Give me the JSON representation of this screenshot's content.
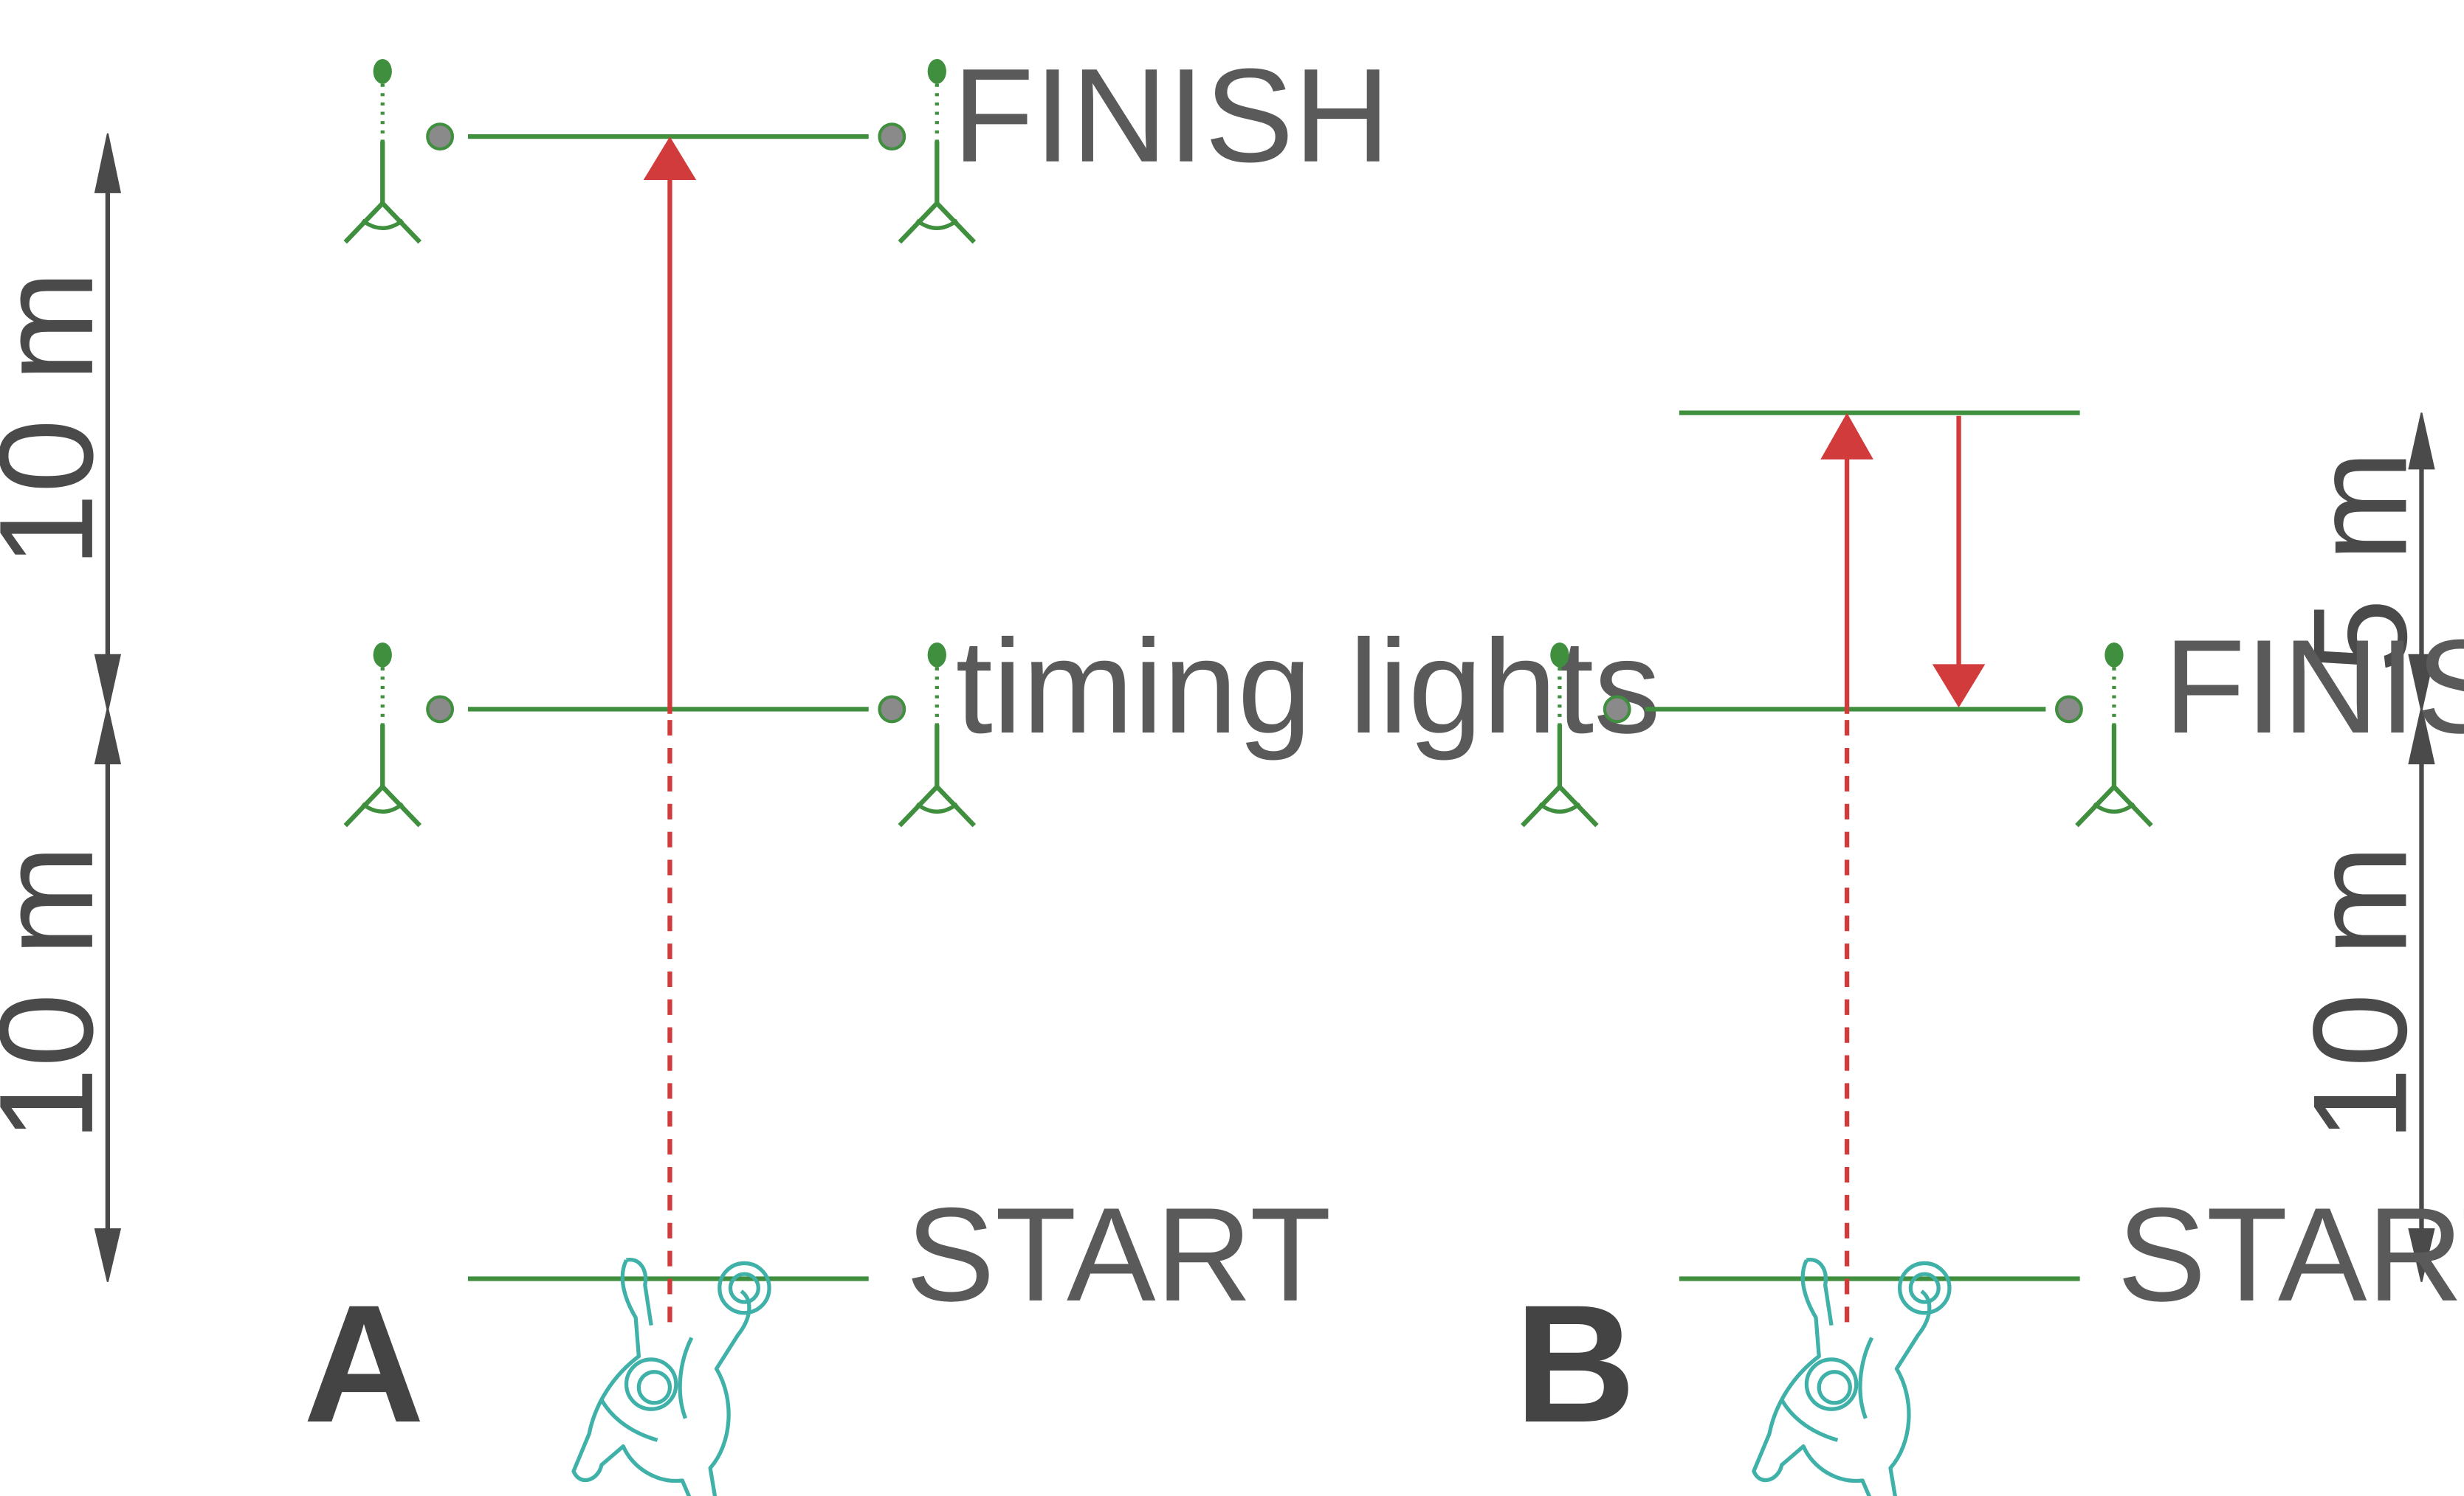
{
  "panels": {
    "a": {
      "label": "A",
      "finish_label": "FINISH",
      "timing_label": "timing lights",
      "start_label": "START",
      "measure_upper": "10 m",
      "measure_lower": "10 m"
    },
    "b": {
      "label": "B",
      "finish_label": "FINISH",
      "start_label": "START",
      "measure_upper": "5 m",
      "measure_lower": "10 m"
    }
  },
  "colors": {
    "course_line": "#3f8f3f",
    "sensor_dot": "#8a8a8a",
    "run_arrow": "#d13b3b",
    "athlete": "#3fb1a8",
    "measure": "#4a4a4a"
  }
}
